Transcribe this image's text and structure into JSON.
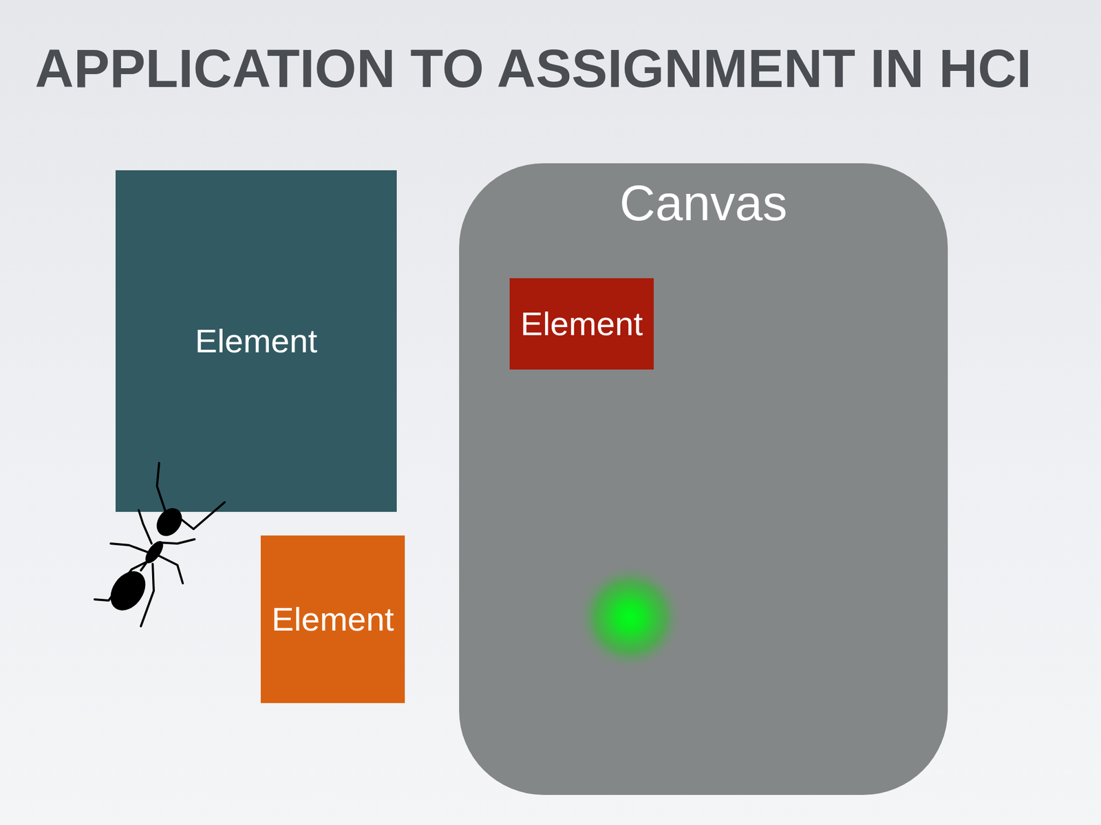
{
  "diagram": {
    "title": "APPLICATION TO ASSIGNMENT IN HCI",
    "nodes": [
      {
        "text": [
          "Element"
        ]
      },
      {
        "text": [
          "Element"
        ]
      },
      {
        "text": [
          "Canvas"
        ]
      },
      {
        "text": [
          "Element"
        ],
        "in": 2
      }
    ]
  }
}
